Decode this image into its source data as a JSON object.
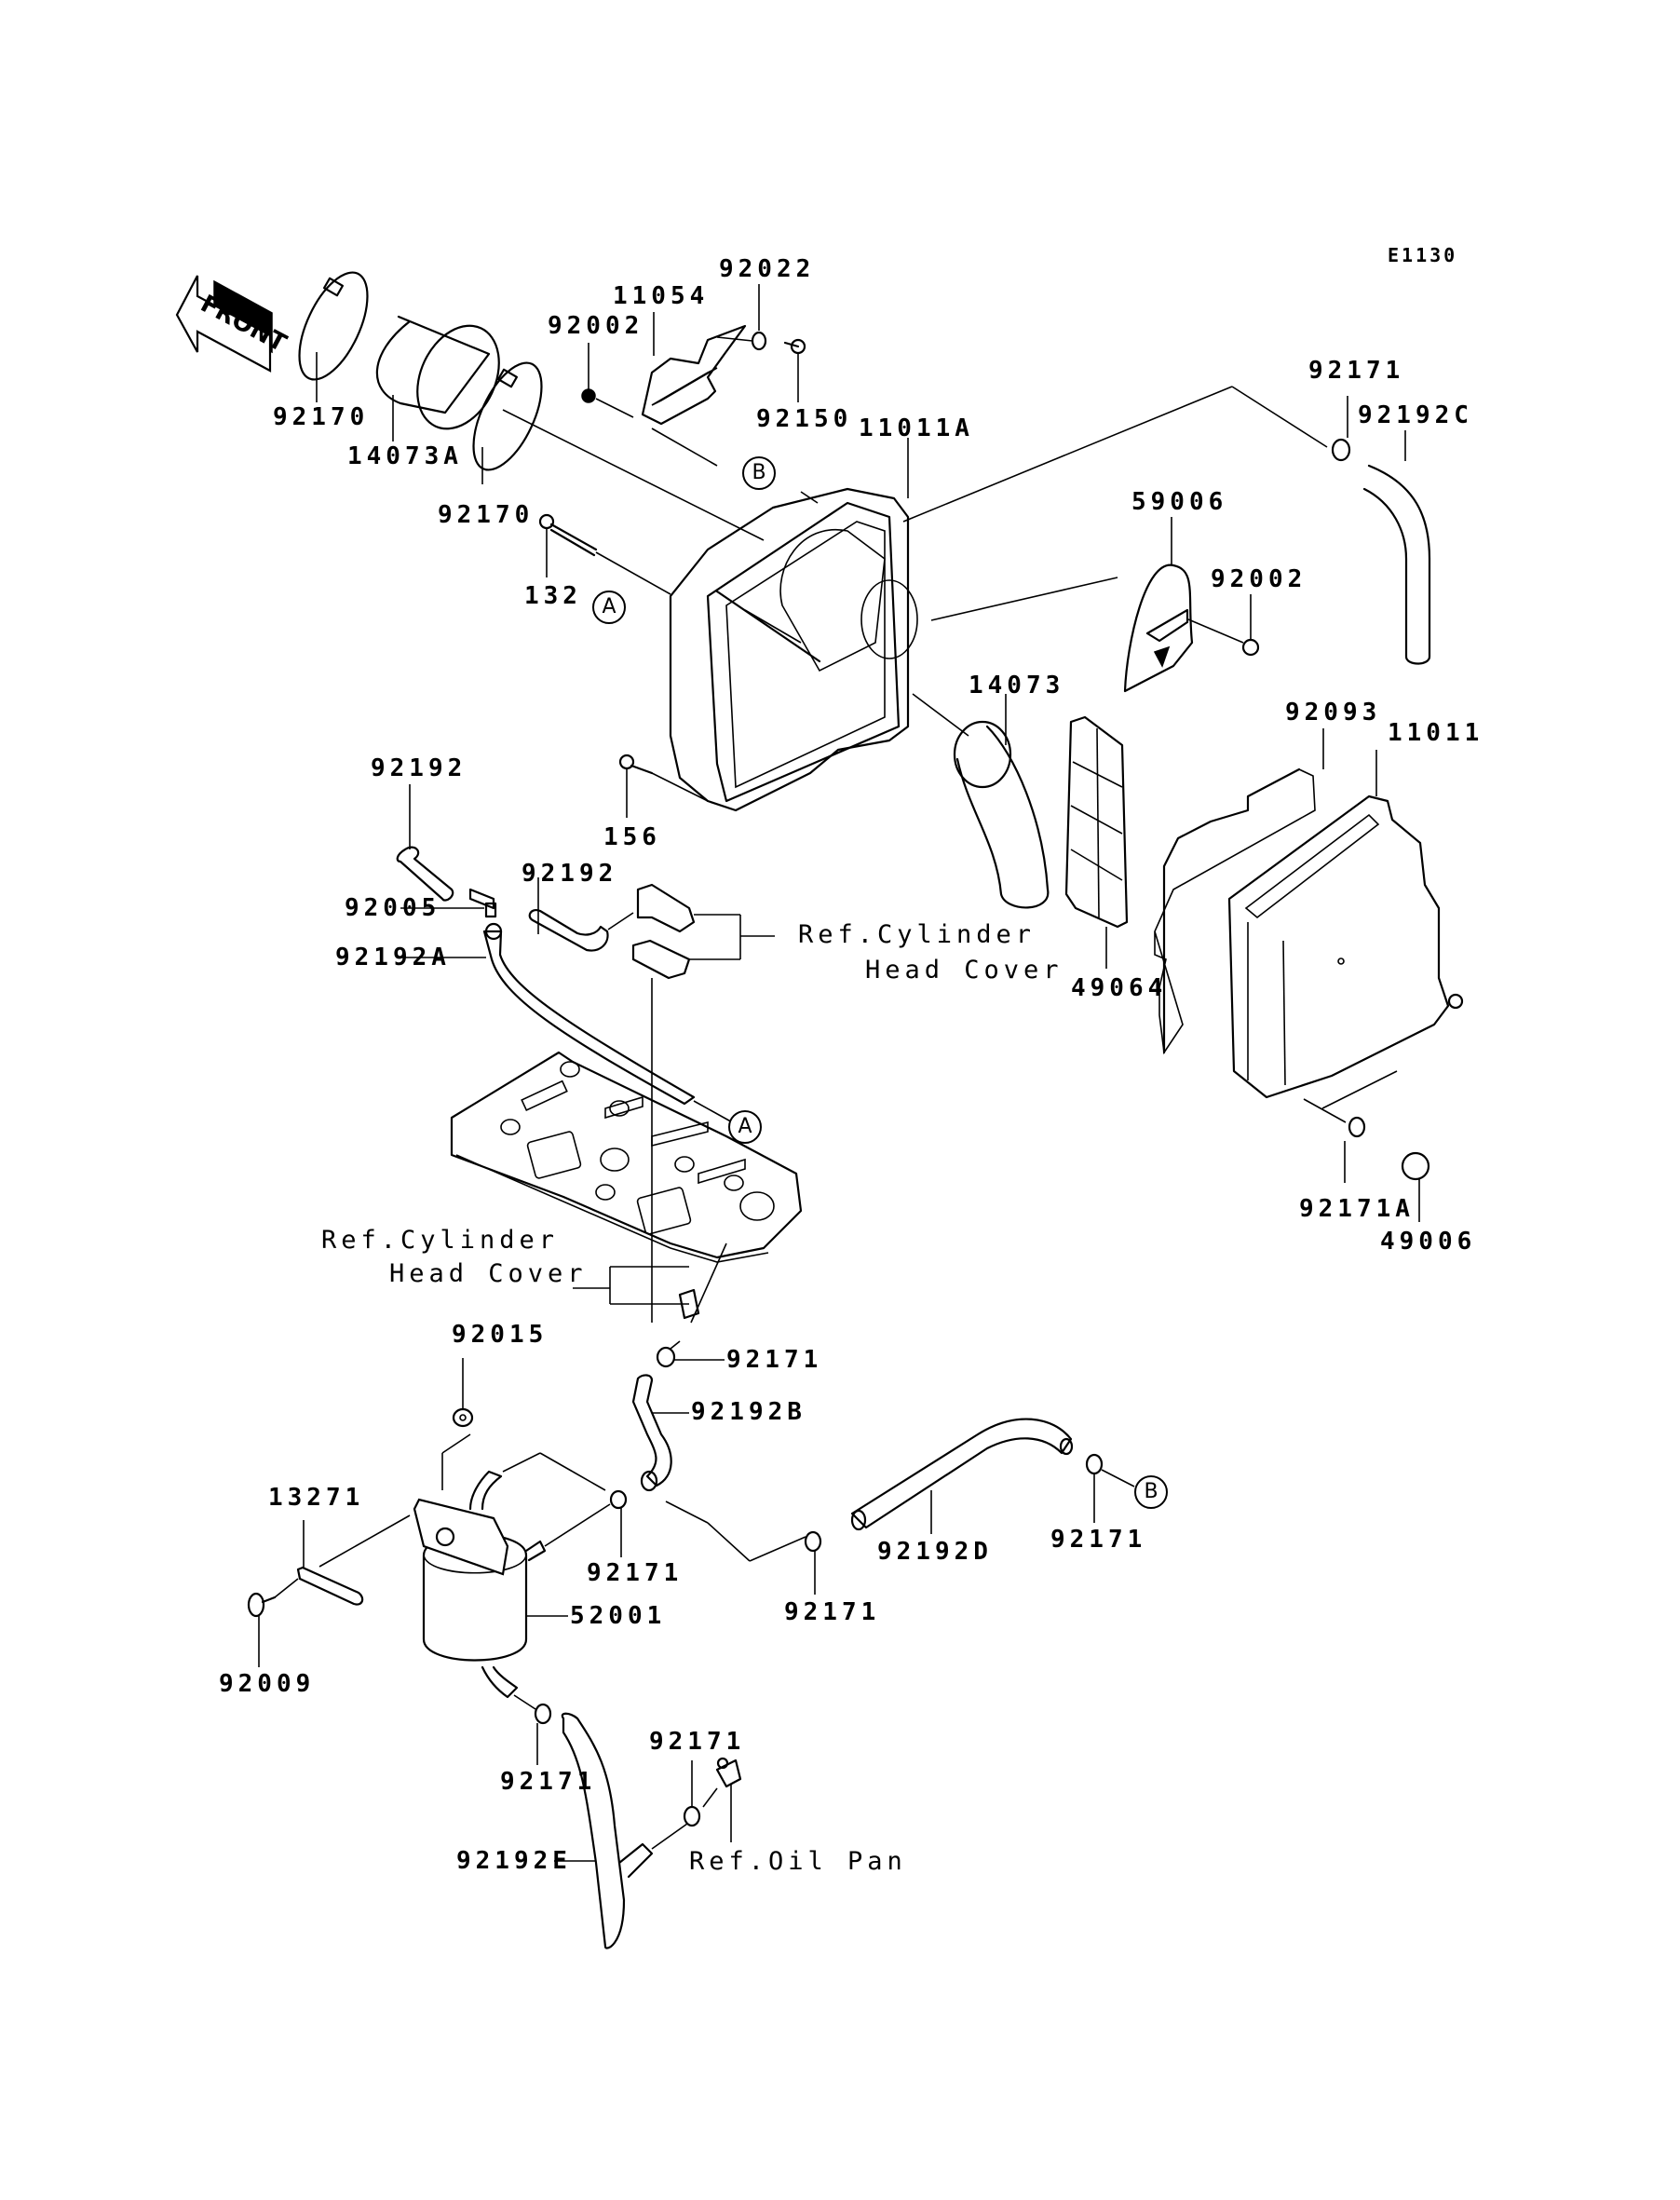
{
  "diagram": {
    "code": "E1130",
    "front_label": "FRONT",
    "callouts": {
      "A": "A",
      "B": "B"
    },
    "parts": [
      {
        "id": "p01",
        "number": "92170"
      },
      {
        "id": "p02",
        "number": "14073A"
      },
      {
        "id": "p03",
        "number": "92170"
      },
      {
        "id": "p04",
        "number": "92002"
      },
      {
        "id": "p05",
        "number": "11054"
      },
      {
        "id": "p06",
        "number": "92022"
      },
      {
        "id": "p07",
        "number": "92150"
      },
      {
        "id": "p08",
        "number": "11011A"
      },
      {
        "id": "p09",
        "number": "132"
      },
      {
        "id": "p10",
        "number": "92171"
      },
      {
        "id": "p11",
        "number": "92192C"
      },
      {
        "id": "p12",
        "number": "59006"
      },
      {
        "id": "p13",
        "number": "92002"
      },
      {
        "id": "p14",
        "number": "14073"
      },
      {
        "id": "p15",
        "number": "156"
      },
      {
        "id": "p16",
        "number": "92093"
      },
      {
        "id": "p17",
        "number": "11011"
      },
      {
        "id": "p18",
        "number": "92192"
      },
      {
        "id": "p19",
        "number": "92192"
      },
      {
        "id": "p20",
        "number": "92005"
      },
      {
        "id": "p21",
        "number": "92192A"
      },
      {
        "id": "p22",
        "number": "49064"
      },
      {
        "id": "p23",
        "number": "92171A"
      },
      {
        "id": "p24",
        "number": "49006"
      },
      {
        "id": "p25",
        "number": "92015"
      },
      {
        "id": "p26",
        "number": "92171"
      },
      {
        "id": "p27",
        "number": "92192B"
      },
      {
        "id": "p28",
        "number": "13271"
      },
      {
        "id": "p29",
        "number": "92171"
      },
      {
        "id": "p30",
        "number": "92192D"
      },
      {
        "id": "p31",
        "number": "92171"
      },
      {
        "id": "p32",
        "number": "92171"
      },
      {
        "id": "p33",
        "number": "52001"
      },
      {
        "id": "p34",
        "number": "92009"
      },
      {
        "id": "p35",
        "number": "92171"
      },
      {
        "id": "p36",
        "number": "92171"
      },
      {
        "id": "p37",
        "number": "92192E"
      }
    ],
    "references": {
      "cyl_head_cover_top_line1": "Ref.Cylinder",
      "cyl_head_cover_top_line2": "Head Cover",
      "cyl_head_cover_bottom_line1": "Ref.Cylinder",
      "cyl_head_cover_bottom_line2": "Head Cover",
      "oil_pan": "Ref.Oil Pan"
    }
  }
}
